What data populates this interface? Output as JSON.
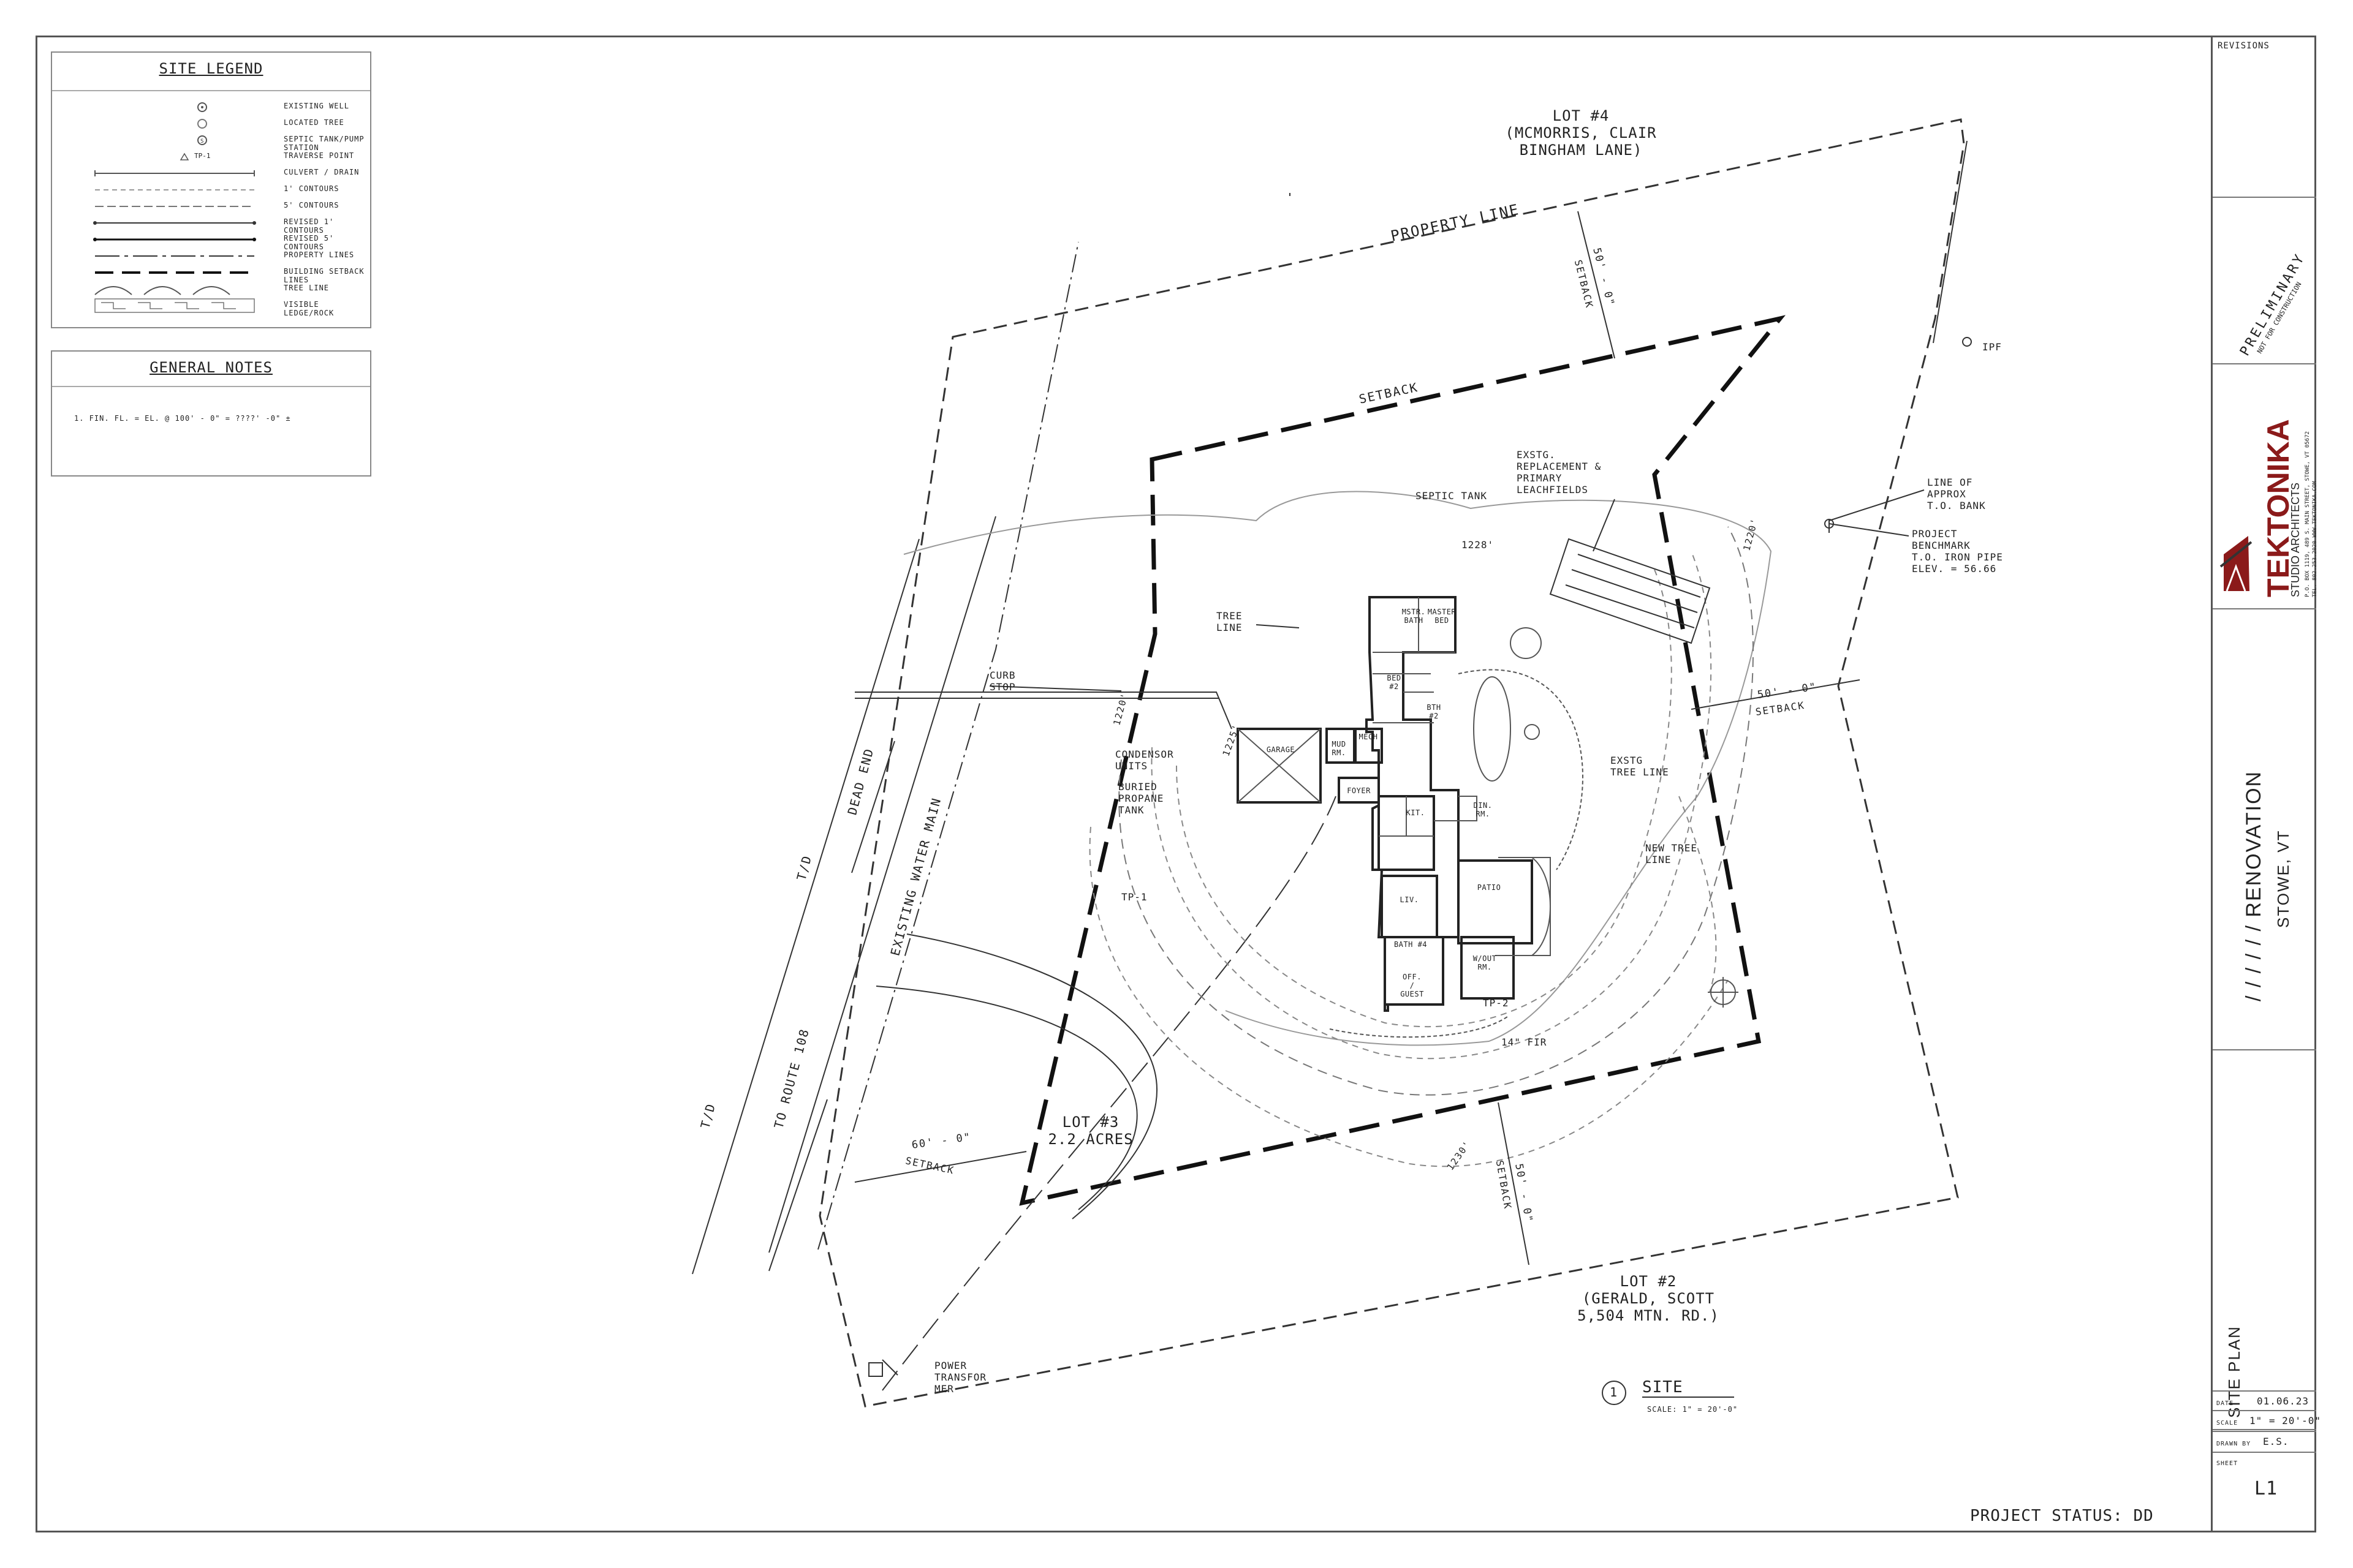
{
  "legend": {
    "title": "SITE LEGEND",
    "items": [
      {
        "label": "EXISTING WELL",
        "icon": "well-icon"
      },
      {
        "label": "LOCATED TREE",
        "icon": "tree-icon"
      },
      {
        "label": "SEPTIC TANK/PUMP STATION",
        "icon": "septic-icon"
      },
      {
        "label": "TRAVERSE POINT",
        "icon": "traverse-icon",
        "symbol_text": "TP-1"
      },
      {
        "label": "CULVERT / DRAIN",
        "icon": "culvert-line-icon"
      },
      {
        "label": "1' CONTOURS",
        "icon": "contour-1-line-icon"
      },
      {
        "label": "5' CONTOURS",
        "icon": "contour-5-line-icon"
      },
      {
        "label": "REVISED 1' CONTOURS",
        "icon": "revised-1-line-icon"
      },
      {
        "label": "REVISED 5' CONTOURS",
        "icon": "revised-5-line-icon"
      },
      {
        "label": "PROPERTY LINES",
        "icon": "property-line-icon"
      },
      {
        "label": "BUILDING SETBACK LINES",
        "icon": "setback-line-icon"
      },
      {
        "label": "TREE LINE",
        "icon": "treeline-icon"
      },
      {
        "label": "VISIBLE LEDGE/ROCK",
        "icon": "ledge-icon"
      }
    ]
  },
  "notes": {
    "title": "GENERAL NOTES",
    "text": "1. FIN. FL. = EL. @ 100' - 0\" = ????' -0\" ±"
  },
  "title_block": {
    "revisions": "REVISIONS",
    "stamp": "PRELIMINARY",
    "stamp_sub": "NOT FOR CONSTRUCTION",
    "firm": "TEKTONIKA",
    "firm_sub": "STUDIO ARCHITECTS",
    "addr1": "P.O. BOX 1119, 489 S. MAIN STREET, STOWE, VT 05672",
    "addr2": "TEL. 802.253.2020     WWW.TEKTONIKA.COM",
    "project": "/ / / / / / RENOVATION",
    "location": "STOWE, VT",
    "sheet_title": "SITE PLAN",
    "date_label": "DATE",
    "date_value": "01.06.23",
    "scale_label": "SCALE",
    "scale_value": "1\" = 20'-0\"",
    "drawn_label": "DRAWN BY",
    "drawn_value": "E.S.",
    "sheet_label": "SHEET",
    "sheet_value": "L1"
  },
  "project_status": "PROJECT STATUS: DD",
  "plan": {
    "lot4": [
      "LOT #4",
      "(MCMORRIS, CLAIR",
      "BINGHAM LANE)"
    ],
    "lot3": [
      "LOT #3",
      "2.2 ACRES"
    ],
    "lot2": [
      "LOT #2",
      "(GERALD, SCOTT",
      "5,504 MTN. RD.)"
    ],
    "property_line": "PROPERTY LINE",
    "setback": "SETBACK",
    "setback_dim": "50' - 0\"",
    "setback_dim_w": "60' - 0\"",
    "ipf": "IPF",
    "line_of_bank": [
      "LINE OF",
      "APPROX",
      "T.O. BANK"
    ],
    "benchmark": [
      "PROJECT",
      "BENCHMARK",
      "T.O. IRON PIPE",
      "ELEV. = 56.66"
    ],
    "leachfields": [
      "EXSTG.",
      "REPLACEMENT &",
      "PRIMARY",
      "LEACHFIELDS"
    ],
    "septic_tank": "SEPTIC TANK",
    "tree_line": [
      "TREE",
      "LINE"
    ],
    "curb_stop": [
      "CURB",
      "STOP"
    ],
    "condenser": [
      "CONDENSOR",
      "UNITS"
    ],
    "propane": [
      "BURIED",
      "PROPANE",
      "TANK"
    ],
    "exstg_tree_line": [
      "EXSTG",
      "TREE LINE"
    ],
    "new_tree_line": [
      "NEW TREE",
      "LINE"
    ],
    "tp1": "TP-1",
    "tp2": "TP-2",
    "fir": "14\" FIR",
    "dead_end": "DEAD END",
    "water_main": "EXISTING WATER MAIN",
    "to_route": "TO ROUTE 108",
    "td": "T/D",
    "power": [
      "POWER",
      "TRANSFOR",
      "MER"
    ],
    "elev_1228": "1228'",
    "elev_1220a": "1220'",
    "elev_1220b": "1220'",
    "elev_1225": "1225'",
    "elev_1230": "1230'",
    "rooms": {
      "mstr_bath": "MSTR. BATH",
      "master_bed": "MASTER BED",
      "bed2": "BED #2",
      "bth2": "BTH #2",
      "garage": "GARAGE",
      "mud": "MUD RM.",
      "mech": "MECH",
      "foyer": "FOYER",
      "kit": "KIT.",
      "din": "DIN. RM.",
      "liv": "LIV.",
      "patio": "PATIO",
      "bath4": "BATH #4",
      "off": "OFF. / GUEST",
      "wout": "W/OUT RM."
    }
  },
  "site_tag": {
    "number": "1",
    "title": "SITE",
    "scale": "SCALE: 1\" = 20'-0\""
  }
}
